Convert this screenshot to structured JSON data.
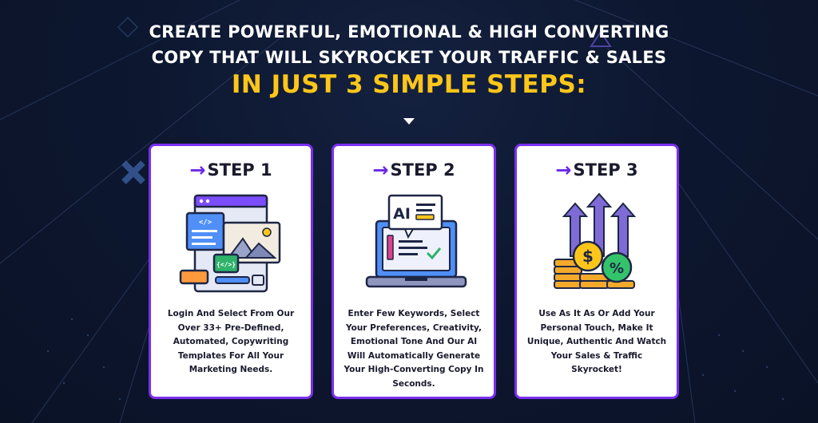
{
  "headline": {
    "line1": "CREATE POWERFUL, EMOTIONAL & HIGH CONVERTING",
    "line2": "COPY THAT WILL SKYROCKET YOUR TRAFFIC & SALES",
    "highlight": "IN JUST 3 SIMPLE STEPS:"
  },
  "colors": {
    "background": "#0d1730",
    "accent": "#ffc61a",
    "card_border": "#7a2ff0",
    "arrow": "#6a28e8"
  },
  "steps": [
    {
      "label": "STEP 1",
      "icon": "web-templates-illustration",
      "description": "Login And Select From Our Over 33+ Pre-Defined, Automated, Copywriting Templates For All Your Marketing Needs."
    },
    {
      "label": "STEP 2",
      "icon": "ai-laptop-illustration",
      "description": "Enter Few Keywords, Select Your Preferences, Creativity, Emotional Tone And Our AI Will Automatically Generate Your High-Converting Copy In Seconds."
    },
    {
      "label": "STEP 3",
      "icon": "money-growth-illustration",
      "description": "Use As It As Or Add Your Personal Touch, Make It Unique, Authentic And Watch Your Sales & Traffic Skyrocket!"
    }
  ],
  "illustration_text": {
    "code_tag": "</>",
    "code_braces": "{</>}",
    "ai_label": "AI",
    "dollar": "$",
    "percent": "%"
  }
}
